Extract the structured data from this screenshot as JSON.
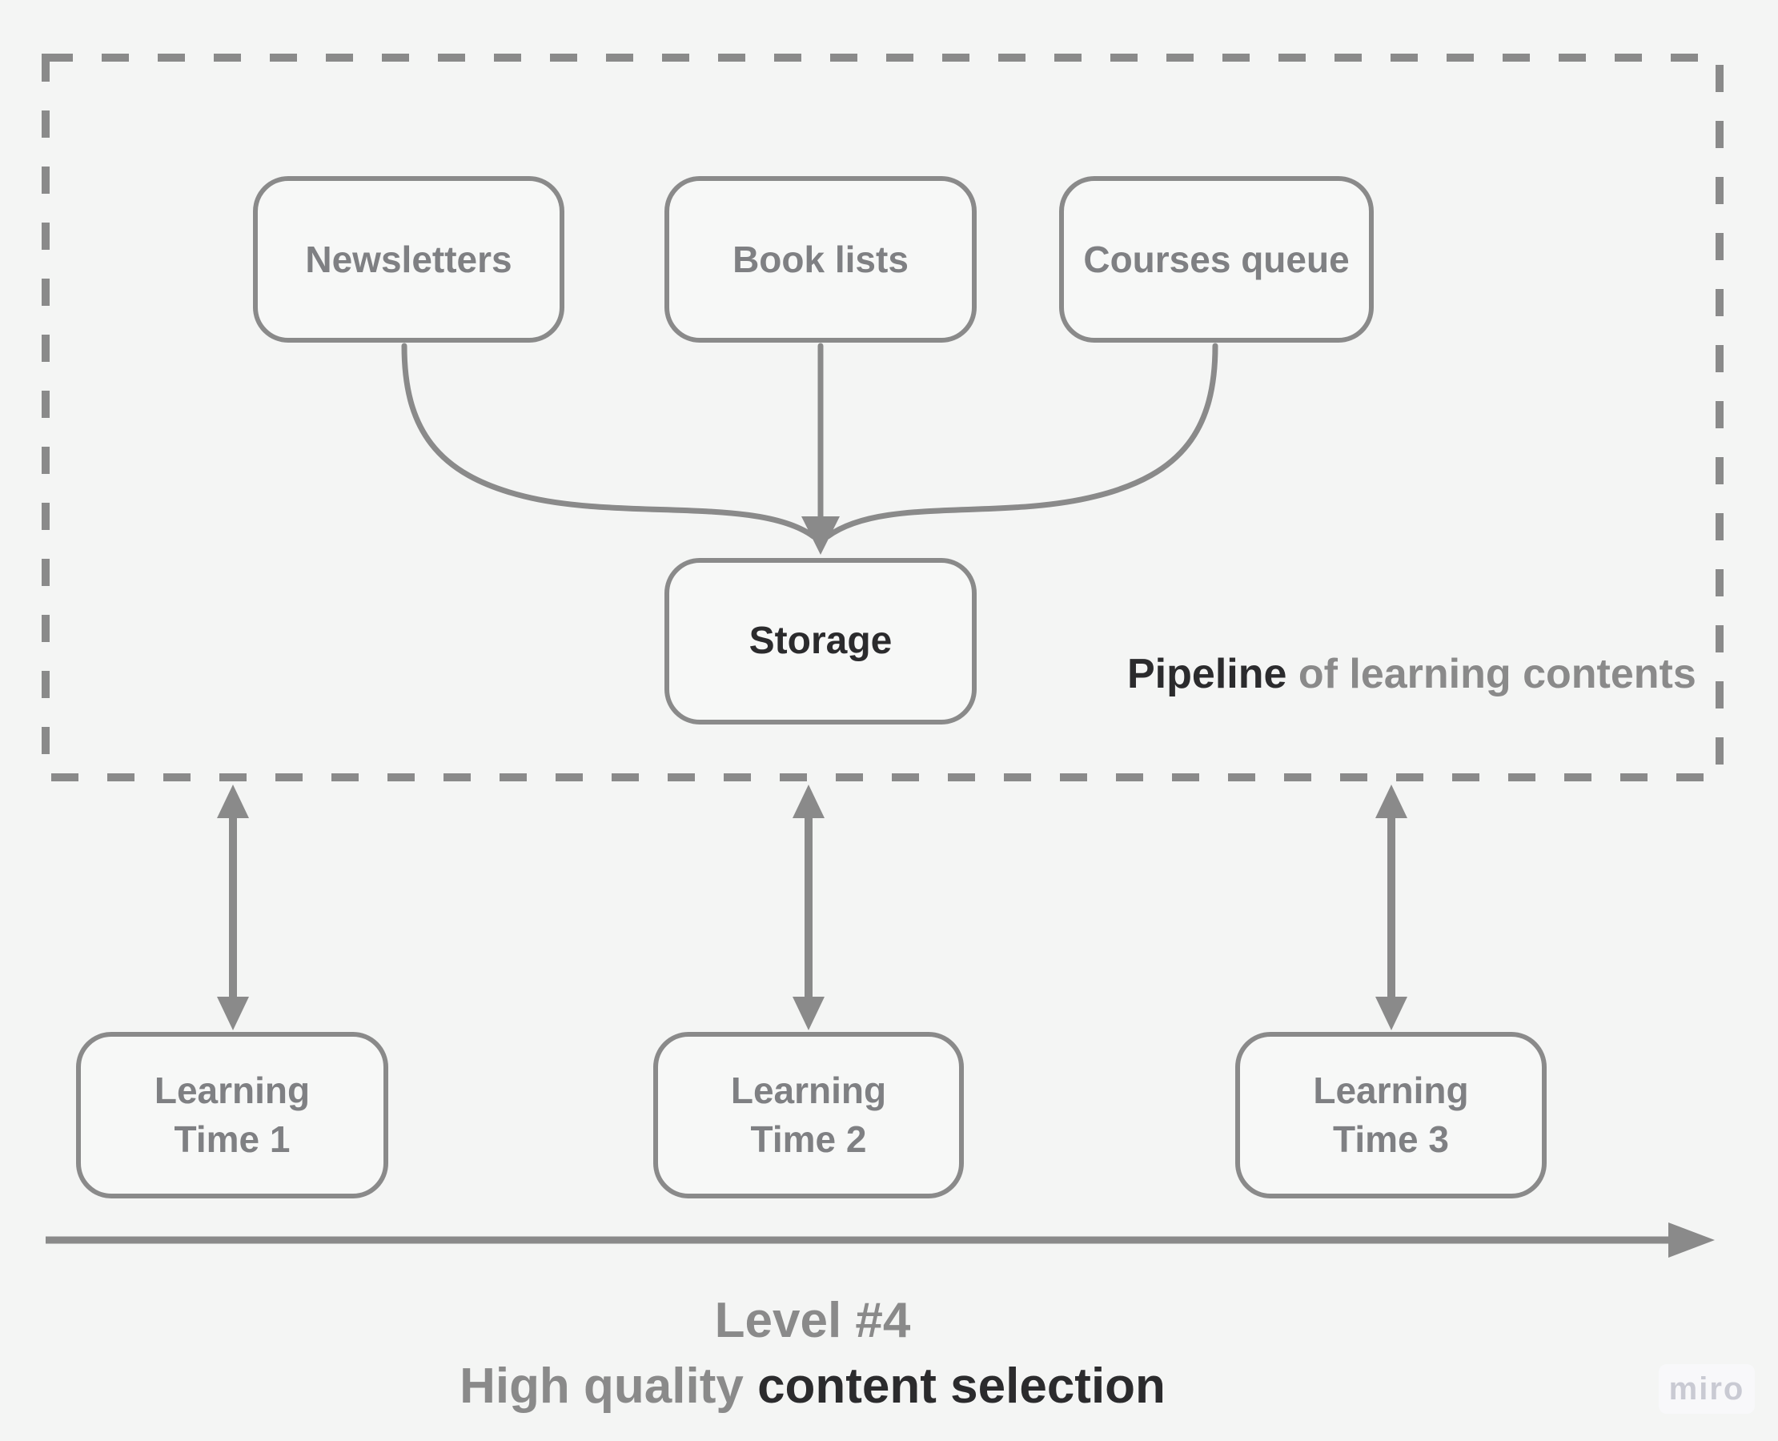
{
  "diagram": {
    "pipeline_group": {
      "caption": {
        "bold": "Pipeline",
        "rest": " of learning contents"
      },
      "sources": [
        {
          "label": "Newsletters"
        },
        {
          "label": "Book lists"
        },
        {
          "label": "Courses queue"
        }
      ],
      "storage": {
        "label": "Storage"
      }
    },
    "learning_times": [
      {
        "lines": [
          "Learning",
          "Time 1"
        ]
      },
      {
        "lines": [
          "Learning",
          "Time 2"
        ]
      },
      {
        "lines": [
          "Learning",
          "Time 3"
        ]
      }
    ],
    "footer": {
      "level": "Level #4",
      "headline_gray": "High quality ",
      "headline_dark": "content selection"
    },
    "watermark": "miro",
    "colors": {
      "background": "#f4f5f4",
      "stroke_gray": "#8a8a8a",
      "label_gray": "#7f8083",
      "text_dark": "#2b2b2d",
      "watermark_text": "#c9cad3"
    }
  }
}
